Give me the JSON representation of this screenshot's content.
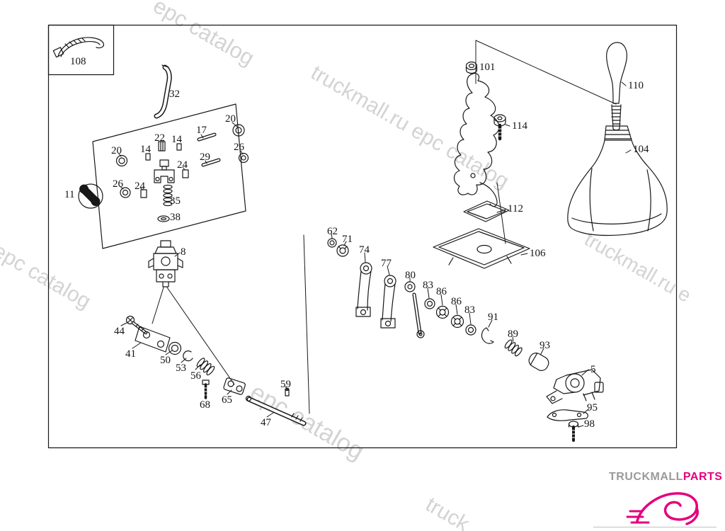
{
  "diagram": {
    "title": "gear-shift-mechanism-exploded-view",
    "inset_part": "108",
    "part_labels": [
      "108",
      "32",
      "20",
      "17",
      "22",
      "14",
      "14",
      "20",
      "26",
      "29",
      "24",
      "26",
      "24",
      "35",
      "38",
      "11",
      "8",
      "44",
      "41",
      "50",
      "53",
      "56",
      "68",
      "65",
      "59",
      "47",
      "62",
      "71",
      "74",
      "77",
      "80",
      "83",
      "86",
      "86",
      "83",
      "91",
      "89",
      "93",
      "5",
      "95",
      "98",
      "101",
      "114",
      "112",
      "106",
      "110",
      "104"
    ]
  },
  "watermark": {
    "text": "truckmall.ru epc catalog",
    "visible_fragments": [
      "epc catalog",
      "truckmall.ru epc catalog",
      "l epc catalog",
      "epc catalog",
      "truckmall.ru e",
      "truck"
    ]
  },
  "logo": {
    "brand": "TRUCKMALL",
    "suffix": "PARTS"
  },
  "colors": {
    "line": "#181818",
    "watermark": "#c9c9c9",
    "accent": "#e5007d",
    "brand_gray": "#9a9a9a"
  }
}
